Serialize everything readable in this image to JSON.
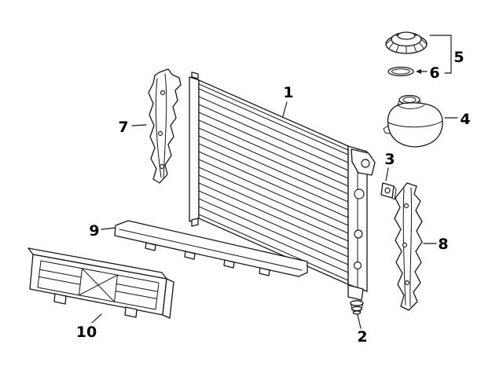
{
  "figure": {
    "kind": "parts-line-diagram",
    "background": "#ffffff",
    "line_color": "#161616"
  },
  "callouts": [
    {
      "label": "1"
    },
    {
      "label": "2"
    },
    {
      "label": "3"
    },
    {
      "label": "4"
    },
    {
      "label": "5"
    },
    {
      "label": "6"
    },
    {
      "label": "7"
    },
    {
      "label": "8"
    },
    {
      "label": "9"
    },
    {
      "label": "10"
    }
  ]
}
